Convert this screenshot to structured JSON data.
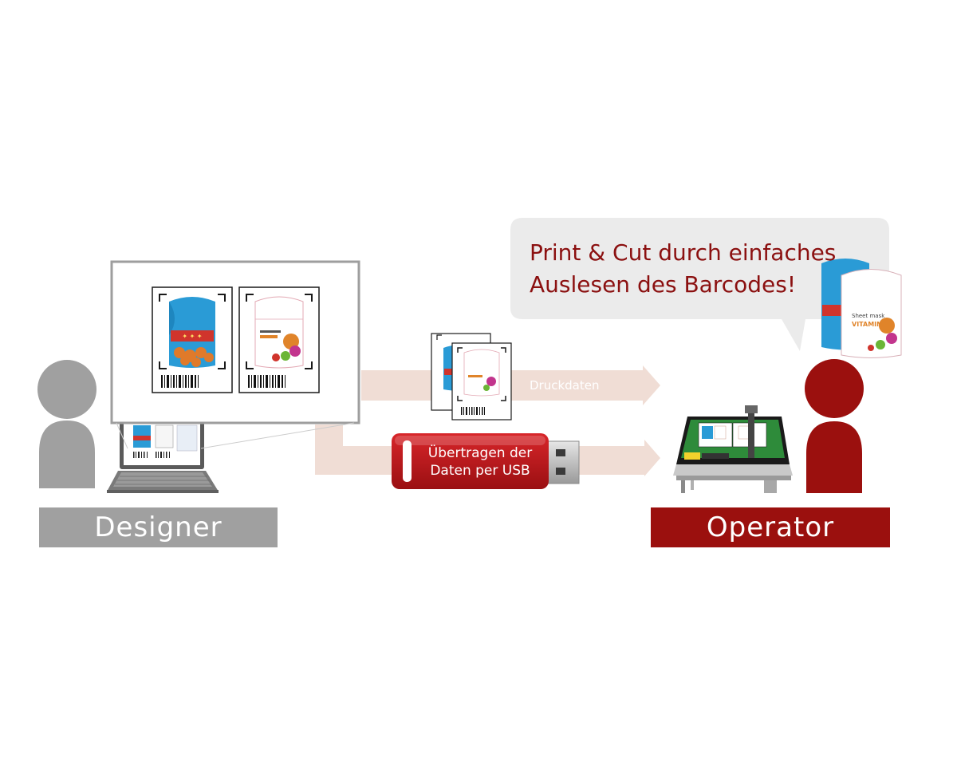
{
  "roles": {
    "designer": "Designer",
    "operator": "Operator"
  },
  "bubble": {
    "line1": "Print & Cut durch einfaches",
    "line2": "Auslesen des Barcodes!"
  },
  "arrows": {
    "print_data": "Druckdaten",
    "usb_line1": "Übertragen der",
    "usb_line2": "Daten per USB"
  },
  "colors": {
    "designer_gray": "#a0a0a0",
    "operator_red": "#9b100e",
    "arrow_beige": "#f0ddd5",
    "accent_blue": "#2a9bd6"
  }
}
